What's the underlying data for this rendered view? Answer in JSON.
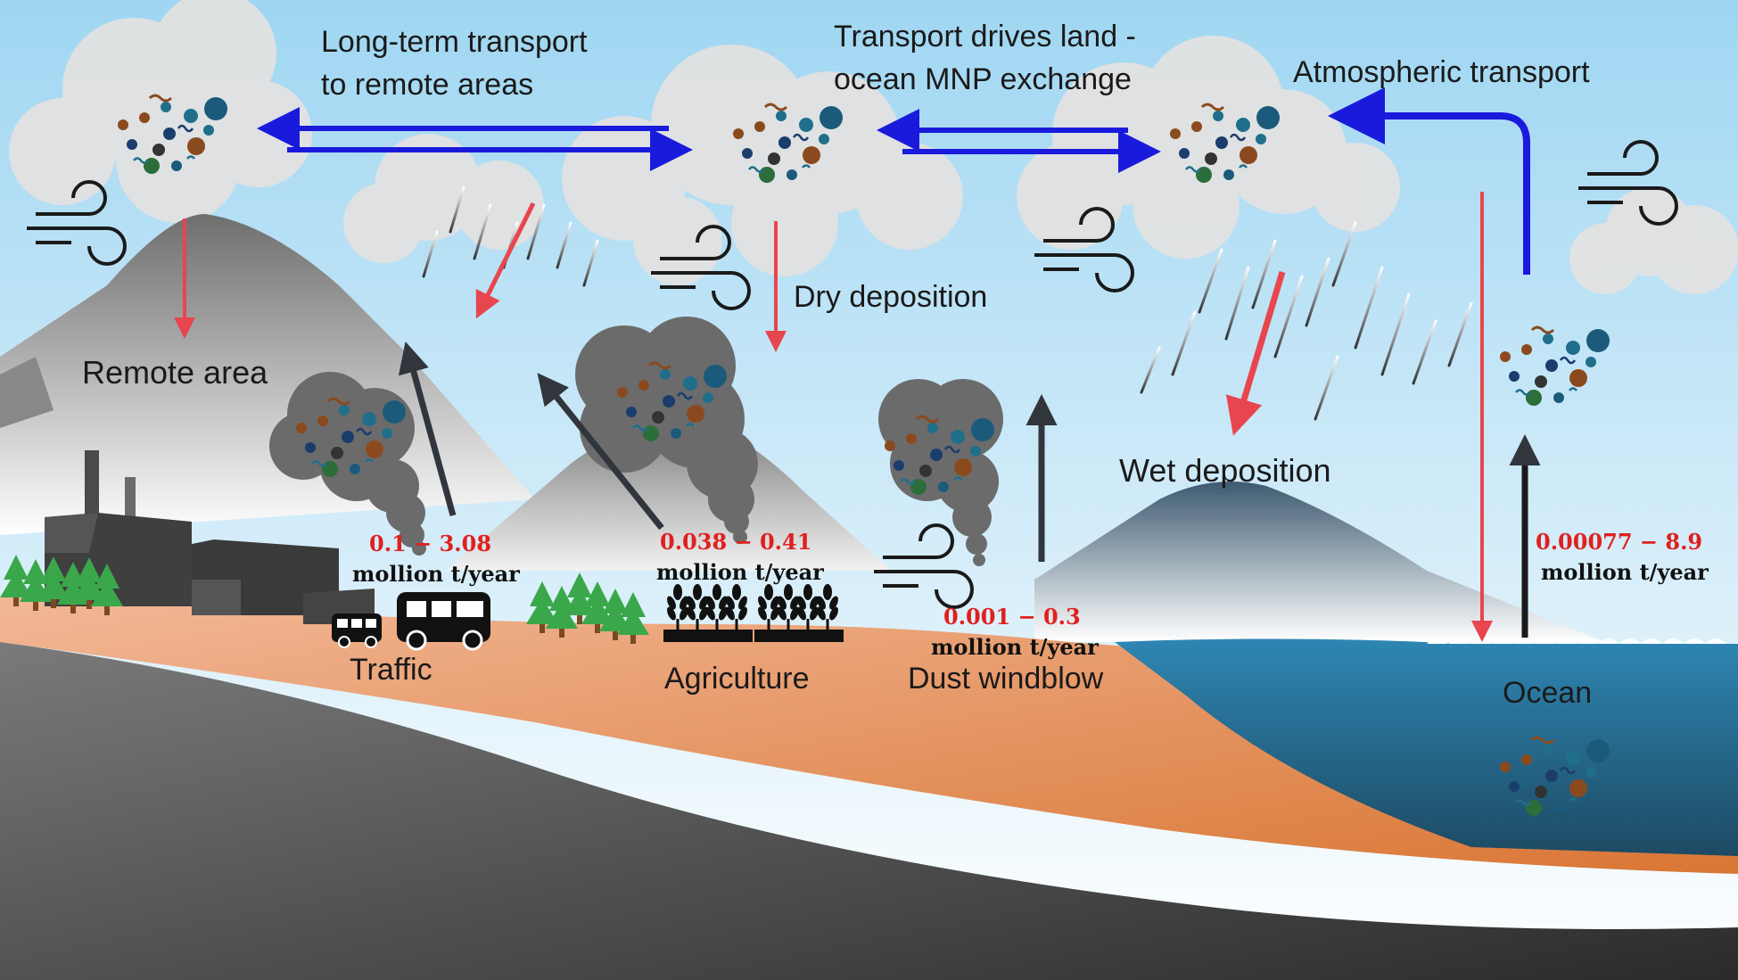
{
  "labels": {
    "long_term_line1": "Long-term transport",
    "long_term_line2": "to remote areas",
    "land_ocean_line1": "Transport drives land  -",
    "land_ocean_line2": "ocean MNP exchange",
    "atmospheric": "Atmospheric transport",
    "dry_deposition": "Dry deposition",
    "wet_deposition": "Wet deposition",
    "remote_area": "Remote area",
    "traffic": "Traffic",
    "agriculture": "Agriculture",
    "dust_windblow": "Dust windblow",
    "ocean": "Ocean"
  },
  "fluxes": {
    "traffic": {
      "range": "0.1 − 3.08",
      "unit": "mollion t/year"
    },
    "agriculture": {
      "range": "0.038 − 0.41",
      "unit": "mollion t/year"
    },
    "dust": {
      "range": "0.001 − 0.3",
      "unit": "mollion t/year"
    },
    "ocean": {
      "range": "0.00077 − 8.9",
      "unit": "mollion t/year"
    }
  },
  "colors": {
    "sky": "#bfe3f5",
    "transport_arrow": "#1a1adc",
    "deposition_arrow": "#e8464e",
    "emission_arrow": "#3b4147",
    "soil": "#e9a578",
    "ocean": "#2f7fa6"
  },
  "icons": [
    "wind-icon",
    "factory-icon",
    "tree-icon",
    "bus-icon",
    "wheat-icon",
    "particle-cluster-icon",
    "rain-icon"
  ]
}
